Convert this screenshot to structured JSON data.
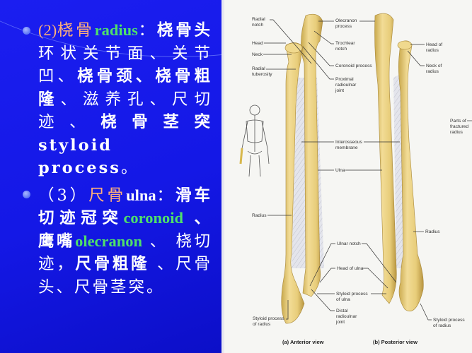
{
  "slide": {
    "left_panel": {
      "bullets": [
        {
          "prefix": "(2)",
          "term_cn": "桡骨",
          "term_en": "radius",
          "colon": "：",
          "segments": {
            "s1": "桡骨头",
            "s2": "环状关节面、关节凹、",
            "s3": "桡骨颈、桡骨粗隆",
            "s4": "、滋养孔、尺切迹、",
            "s5": "桡骨茎突 styloid process",
            "s6": "。"
          }
        },
        {
          "prefix": "（3）",
          "term_cn": "尺骨",
          "term_en": "ulna",
          "colon": "：",
          "segments": {
            "s1": "滑车切迹冠突",
            "s2": "coronoid",
            "s3": " 、 鹰嘴",
            "s4": "olecranon",
            "s5": " 、 桡切迹，",
            "s6": "尺骨粗隆",
            "s7": " 、尺骨头、尺骨茎突。"
          }
        }
      ]
    },
    "figure": {
      "anterior": {
        "caption": "(a) Anterior view",
        "labels": {
          "radial_notch": [
            "Radial",
            "notch"
          ],
          "head": "Head",
          "neck": "Neck",
          "radial_tuberosity": [
            "Radial",
            "tuberosity"
          ],
          "olecranon_process": [
            "Olecranon",
            "process"
          ],
          "trochlear_notch": [
            "Trochlear",
            "notch"
          ],
          "coronoid_process": "Coronoid process",
          "proximal_radioulnar_joint": [
            "Proximal",
            "radioulnar",
            "joint"
          ],
          "interosseous_membrane": [
            "Interosseous",
            "membrane"
          ],
          "ulna": "Ulna",
          "radius": "Radius",
          "ulnar_notch": "Ulnar notch",
          "head_of_ulna": "Head of ulna",
          "styloid_process_of_ulna": [
            "Styloid process",
            "of ulna"
          ],
          "distal_radioulnar_joint": [
            "Distal",
            "radioulnar",
            "joint"
          ],
          "styloid_process_of_radius": [
            "Styloid process",
            "of radius"
          ]
        }
      },
      "posterior": {
        "caption": "(b) Posterior view",
        "labels": {
          "head_of_radius": [
            "Head of",
            "radius"
          ],
          "neck_of_radius": [
            "Neck of",
            "radius"
          ],
          "parts_of_fractured_radius": [
            "Parts of",
            "fractured",
            "radius"
          ],
          "radius": "Radius",
          "styloid_process_of_radius": [
            "Styloid process",
            "of radius"
          ]
        }
      },
      "colors": {
        "bone": "#e8cd7a",
        "bone_shadow": "#c9a94d",
        "membrane": "#dcdde4",
        "background": "#f6f6f3",
        "slide_blue": "#1418e6"
      }
    }
  }
}
